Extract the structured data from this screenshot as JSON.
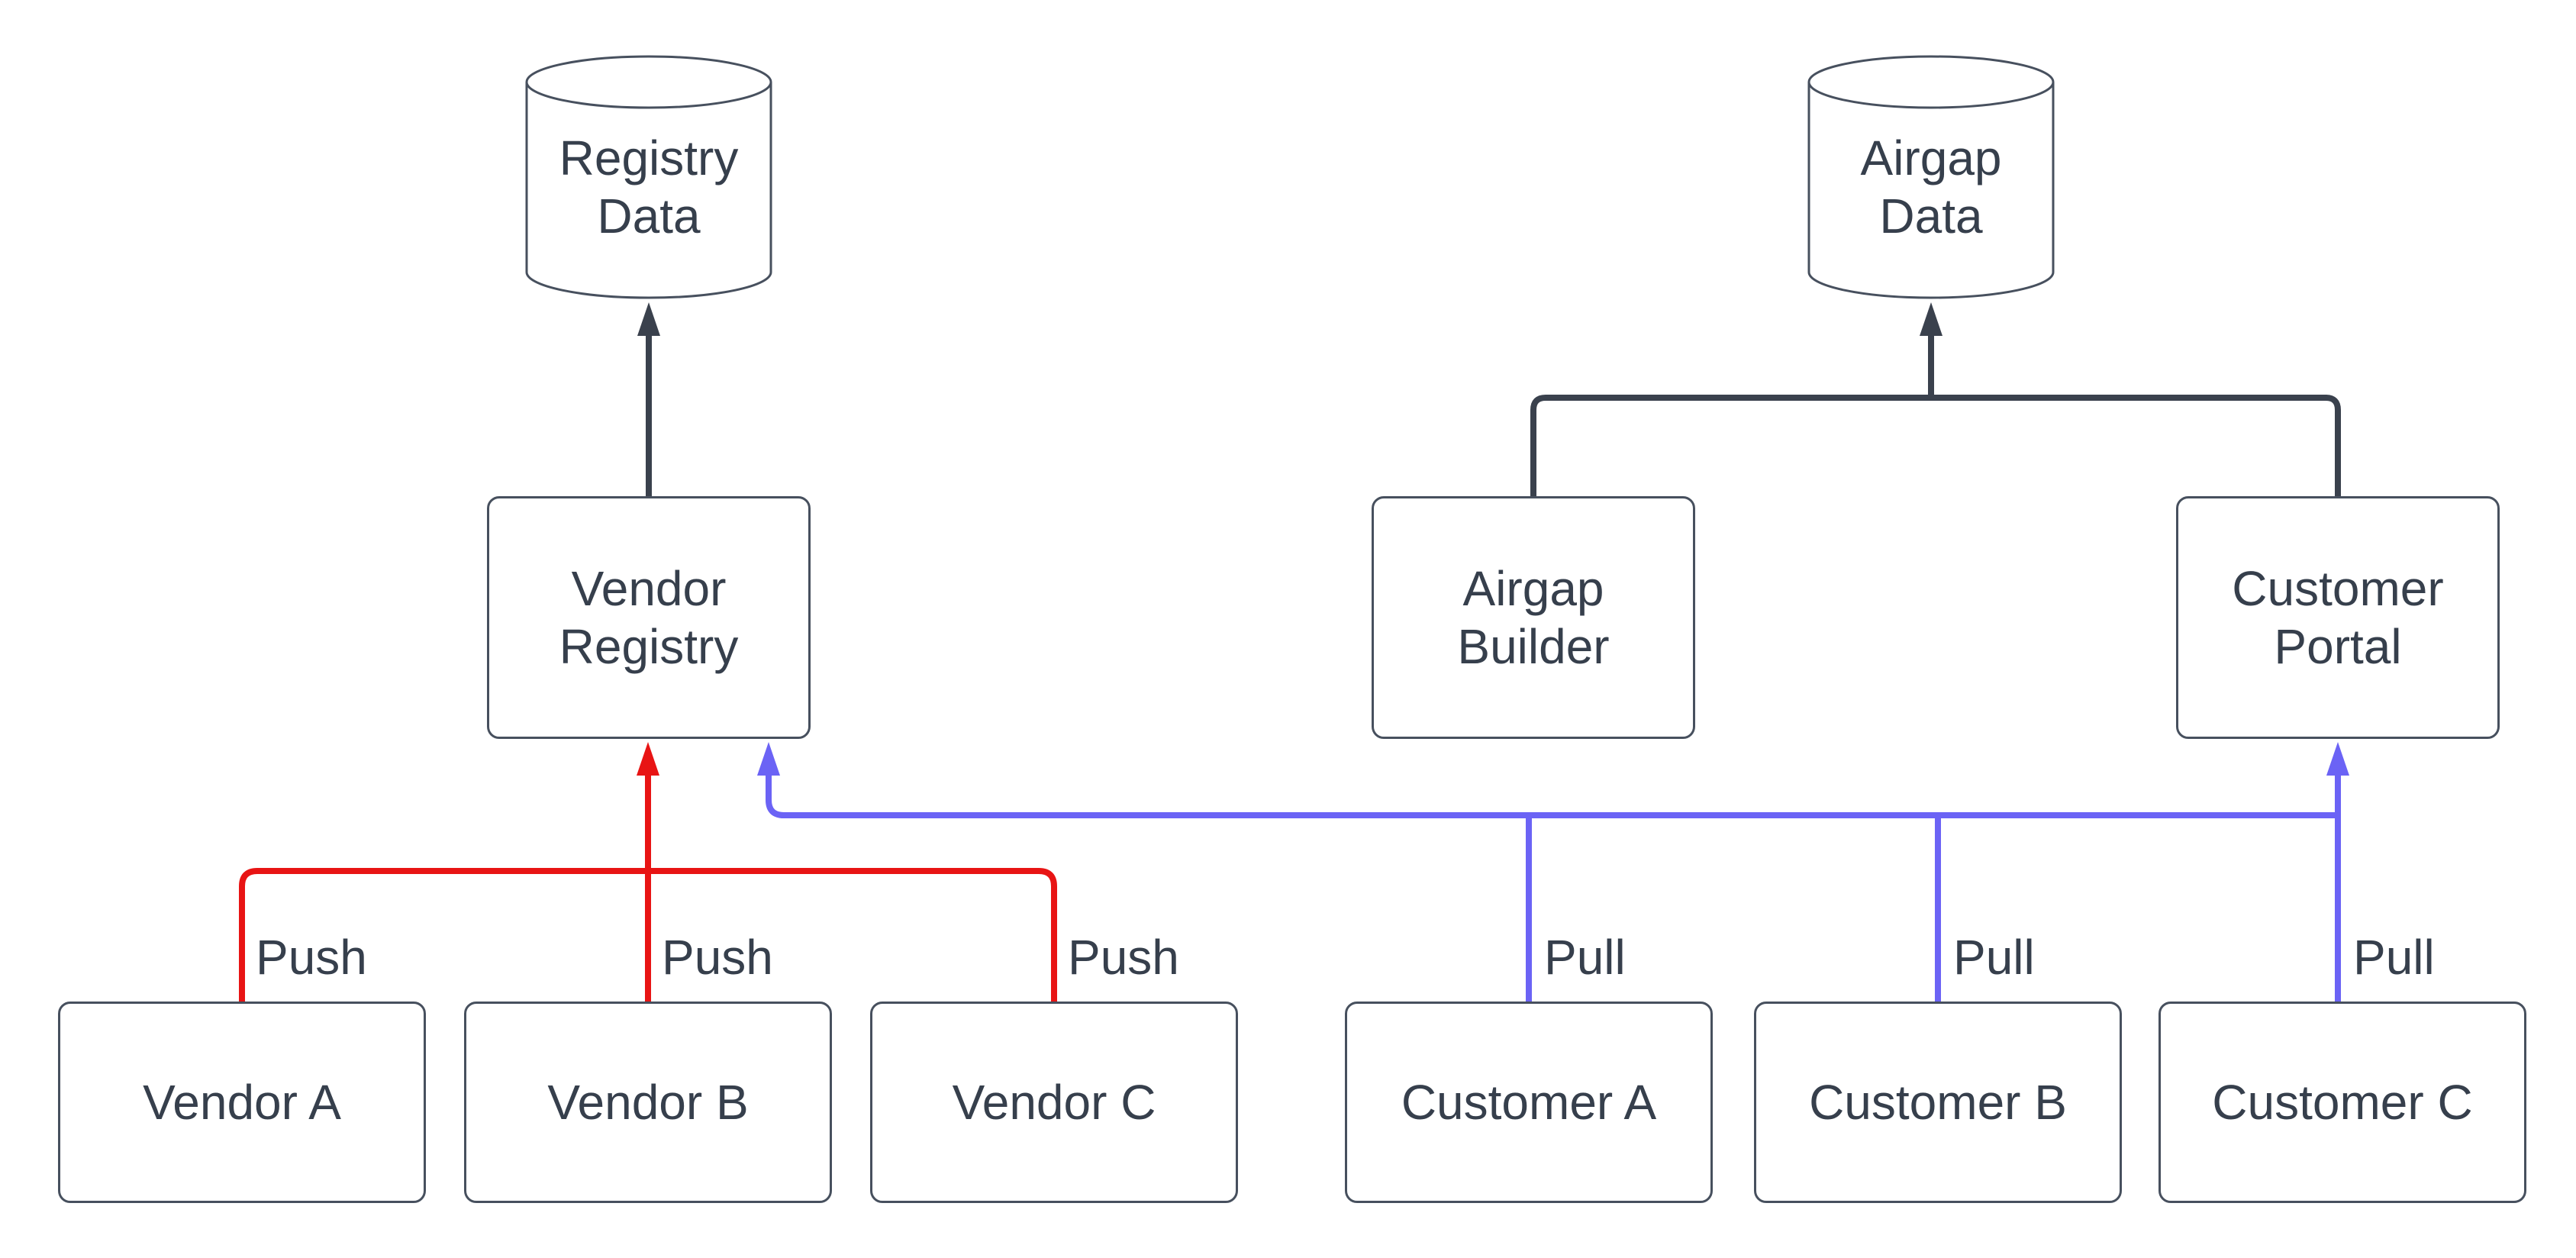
{
  "diagram": {
    "colors": {
      "push": "#e81414",
      "pull": "#6b63f5",
      "flow": "#3a414d",
      "border": "#47505e",
      "text": "#363f4c",
      "bg": "#ffffff"
    },
    "datastores": [
      {
        "line1": "Registry",
        "line2": "Data"
      },
      {
        "line1": "Airgap",
        "line2": "Data"
      }
    ],
    "services": [
      {
        "line1": "Vendor",
        "line2": "Registry"
      },
      {
        "line1": "Airgap",
        "line2": "Builder"
      },
      {
        "line1": "Customer",
        "line2": "Portal"
      }
    ],
    "vendors": [
      {
        "label": "Vendor A",
        "edge_label": "Push"
      },
      {
        "label": "Vendor B",
        "edge_label": "Push"
      },
      {
        "label": "Vendor C",
        "edge_label": "Push"
      }
    ],
    "customers": [
      {
        "label": "Customer A",
        "edge_label": "Pull"
      },
      {
        "label": "Customer B",
        "edge_label": "Pull"
      },
      {
        "label": "Customer C",
        "edge_label": "Pull"
      }
    ]
  }
}
